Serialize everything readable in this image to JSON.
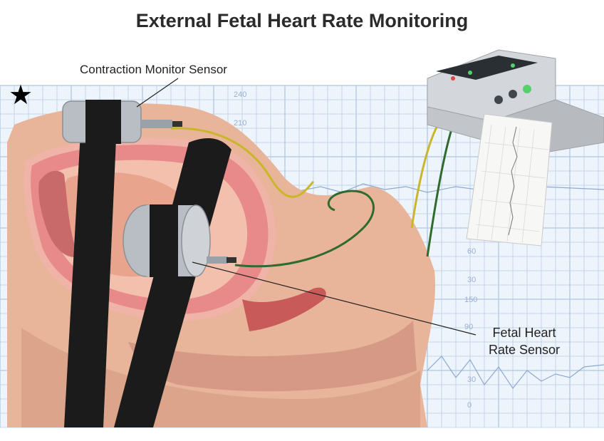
{
  "title": "External Fetal Heart Rate Monitoring",
  "labels": {
    "contraction_sensor": "Contraction Monitor Sensor",
    "fetal_hr_line1": "Fetal Heart",
    "fetal_hr_line2": "Rate Sensor"
  },
  "marker": {
    "symbol": "★"
  },
  "strip_scale": [
    "240",
    "210",
    "60",
    "30",
    "150",
    "90",
    "30",
    "0"
  ],
  "colors": {
    "grid": "#b9cde8",
    "skin": "#e8b59a",
    "uterus": "#e98a8a",
    "belt": "#1b1b1b",
    "sensor": "#b8bec4",
    "yellow_cable": "#c9b629",
    "green_cable": "#2f6b2f",
    "monitor_body": "#d3d6da"
  }
}
